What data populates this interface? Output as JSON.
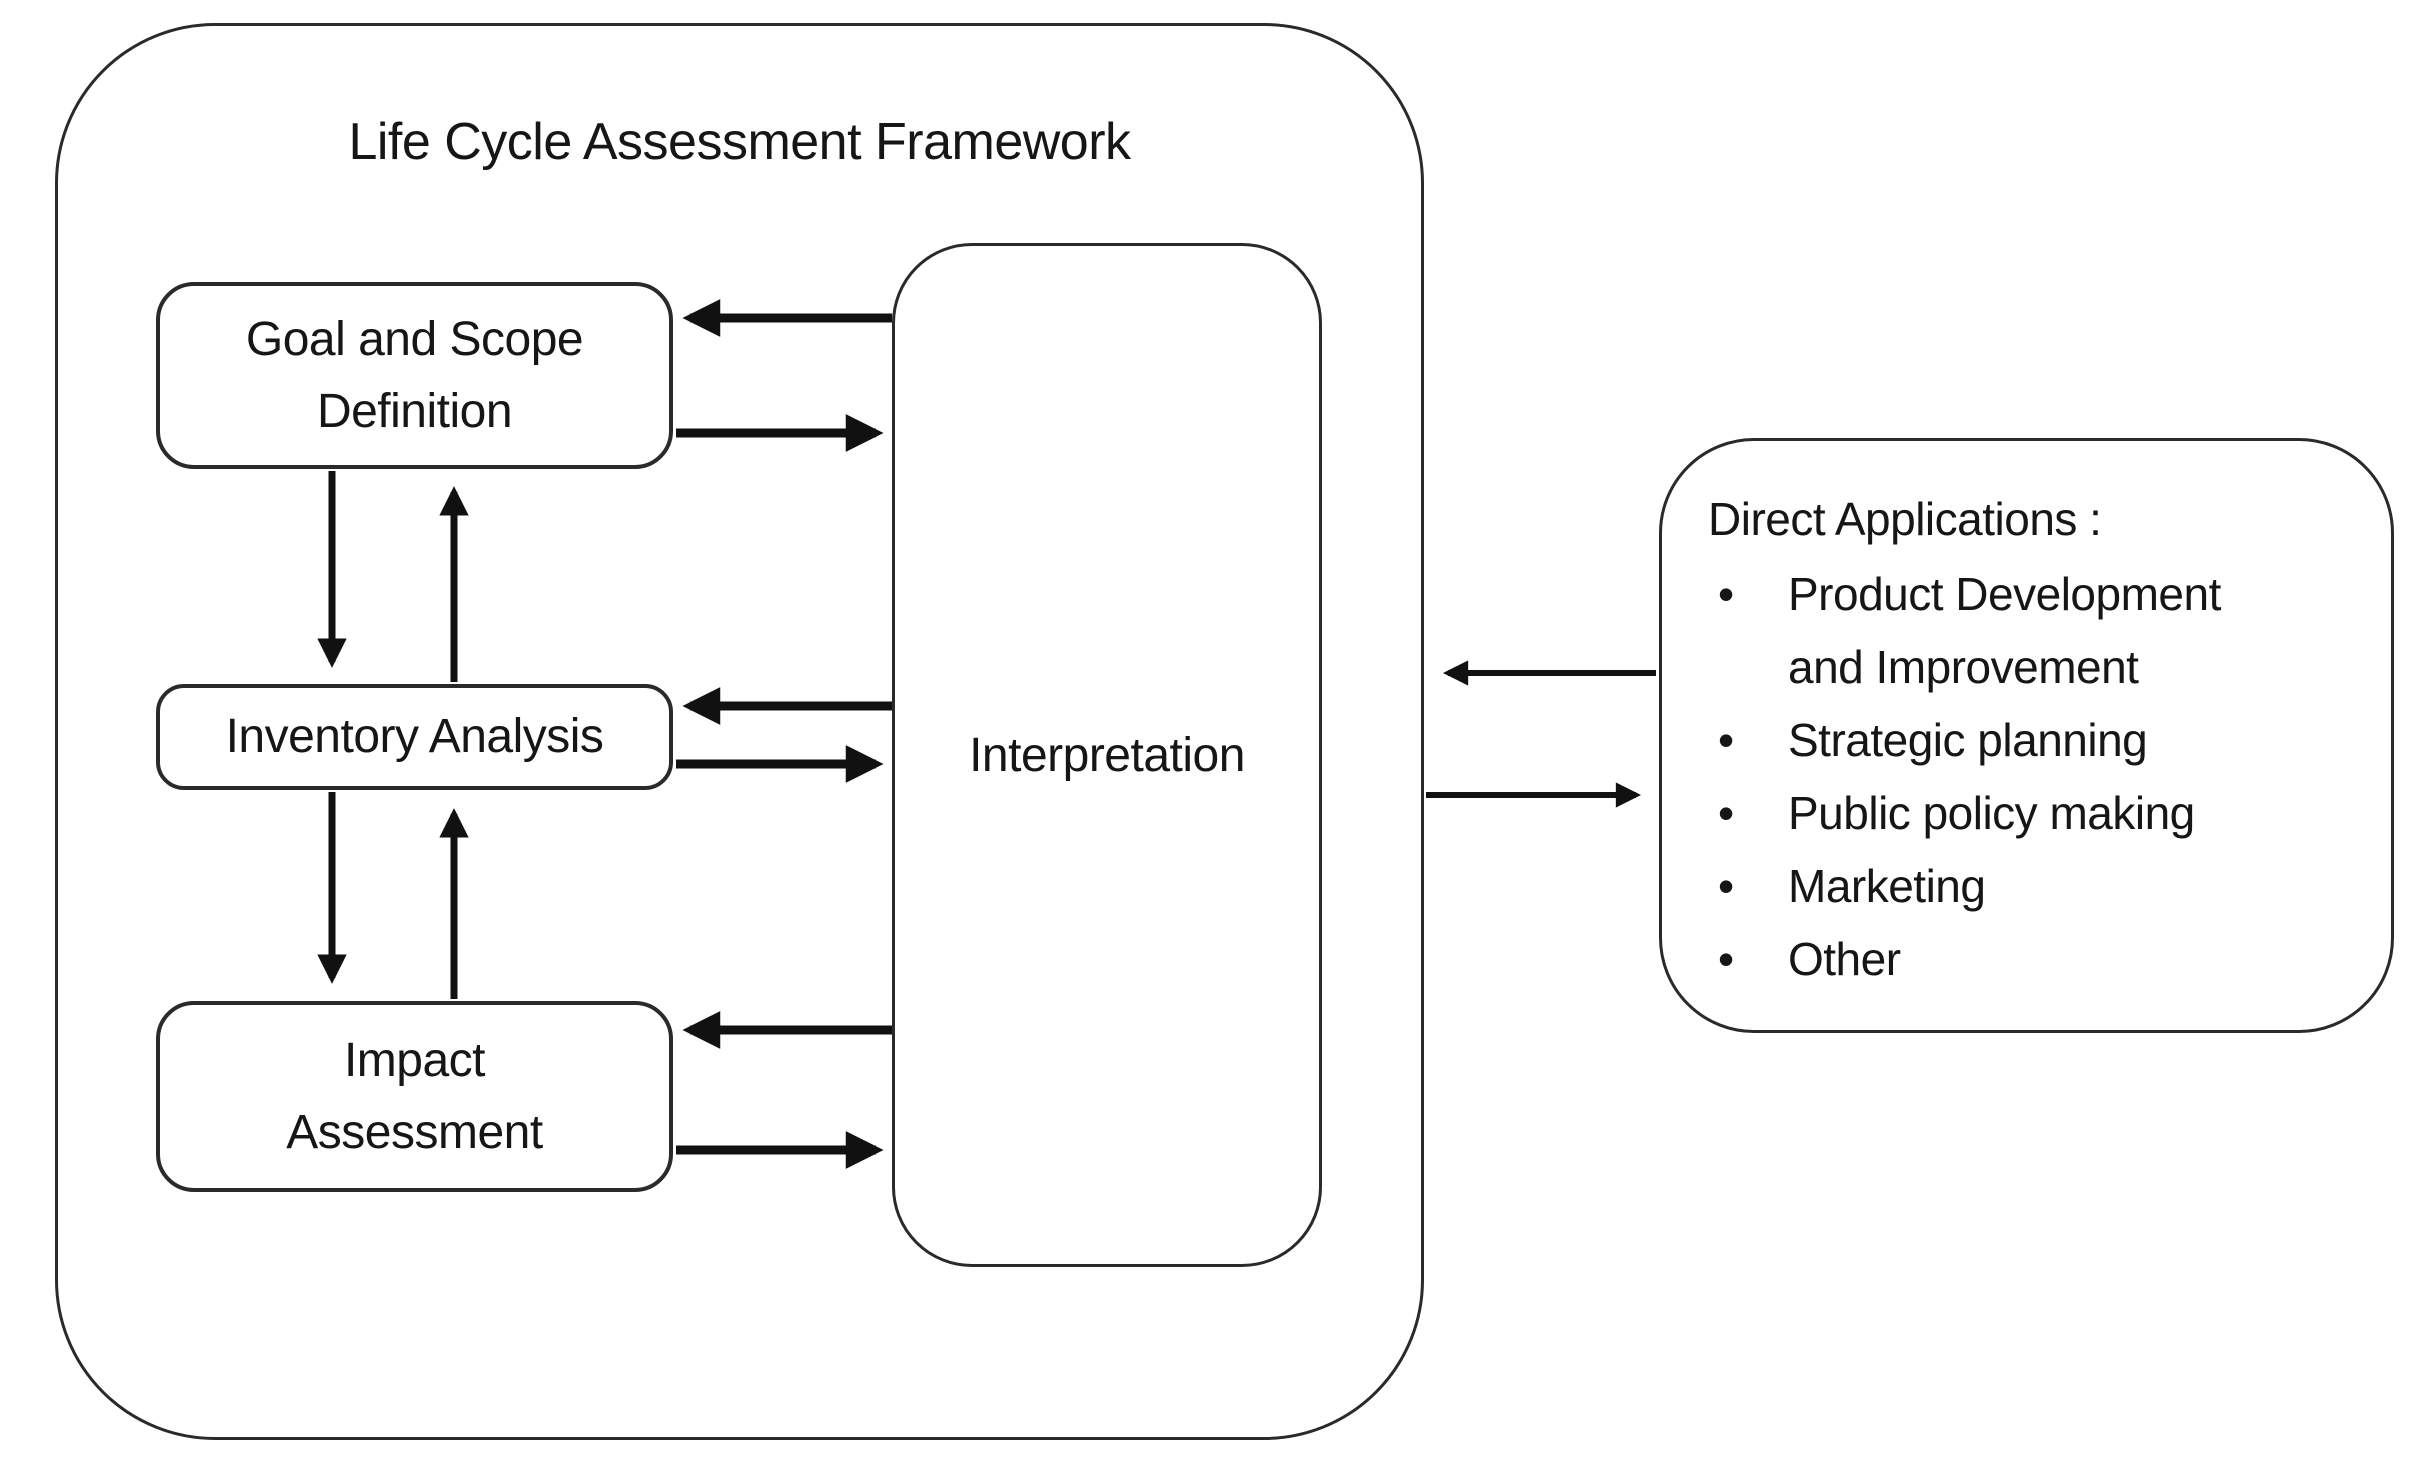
{
  "framework": {
    "title": "Life Cycle Assessment Framework",
    "nodes": {
      "goal": {
        "line1": "Goal and Scope",
        "line2": "Definition"
      },
      "inventory": {
        "label": "Inventory Analysis"
      },
      "impact": {
        "line1": "Impact",
        "line2": "Assessment"
      },
      "interpretation": {
        "label": "Interpretation"
      }
    }
  },
  "applications": {
    "heading": "Direct Applications :",
    "items": [
      "Product Development and Improvement",
      "Strategic planning",
      "Public policy making",
      "Marketing",
      "Other"
    ]
  },
  "colors": {
    "stroke": "#2a2a2a",
    "arrow": "#111111",
    "background": "#ffffff",
    "text": "#161616"
  }
}
